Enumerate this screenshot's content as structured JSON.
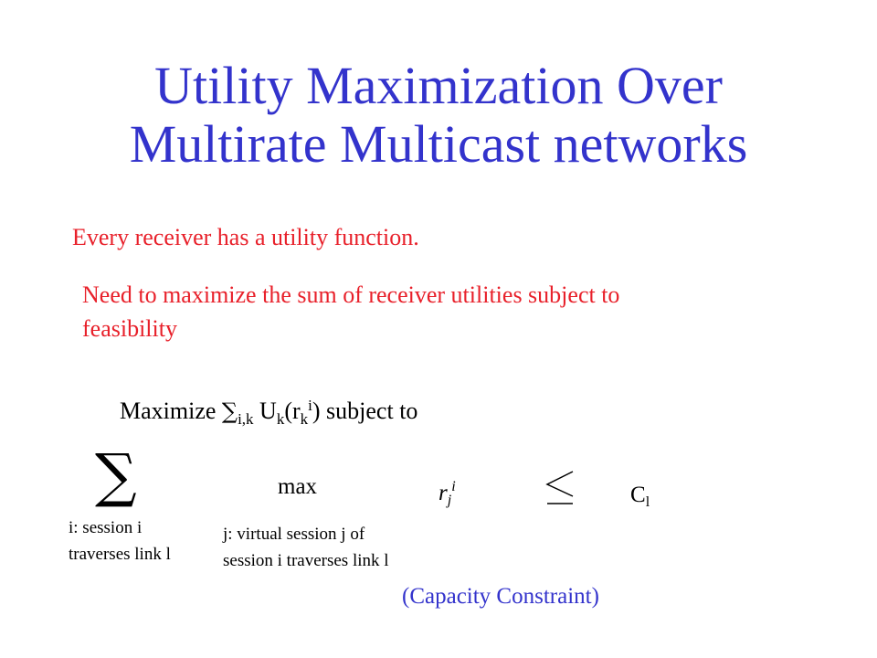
{
  "title": {
    "line1": "Utility Maximization Over",
    "line2": "Multirate Multicast networks"
  },
  "colors": {
    "title": "#3333cc",
    "highlight": "#e8202a",
    "text": "#000000",
    "background": "#ffffff"
  },
  "statements": {
    "utility": "Every receiver has a utility function.",
    "objective_line1": "Need to maximize  the sum of receiver utilities subject to",
    "objective_line2": "feasibility"
  },
  "formula": {
    "maximize": "Maximize ",
    "sum_symbol": "∑",
    "sum_sub": "i,k",
    "utility_fn": " U",
    "utility_sub": "k",
    "open_arg": "(r",
    "arg_sub": "k",
    "arg_sup": "i",
    "close_arg": ")  subject to"
  },
  "constraint": {
    "sum_symbol": "∑",
    "sum_note_line1": "i: session i",
    "sum_note_line2": "traverses link l",
    "max_label": "max",
    "max_note_line1": "j: virtual session j of",
    "max_note_line2": "session i traverses link l",
    "rate_var": "r",
    "rate_sub": "j",
    "rate_sup": "i",
    "capacity_var": "C",
    "capacity_sub": "l",
    "caption": "(Capacity Constraint)"
  }
}
